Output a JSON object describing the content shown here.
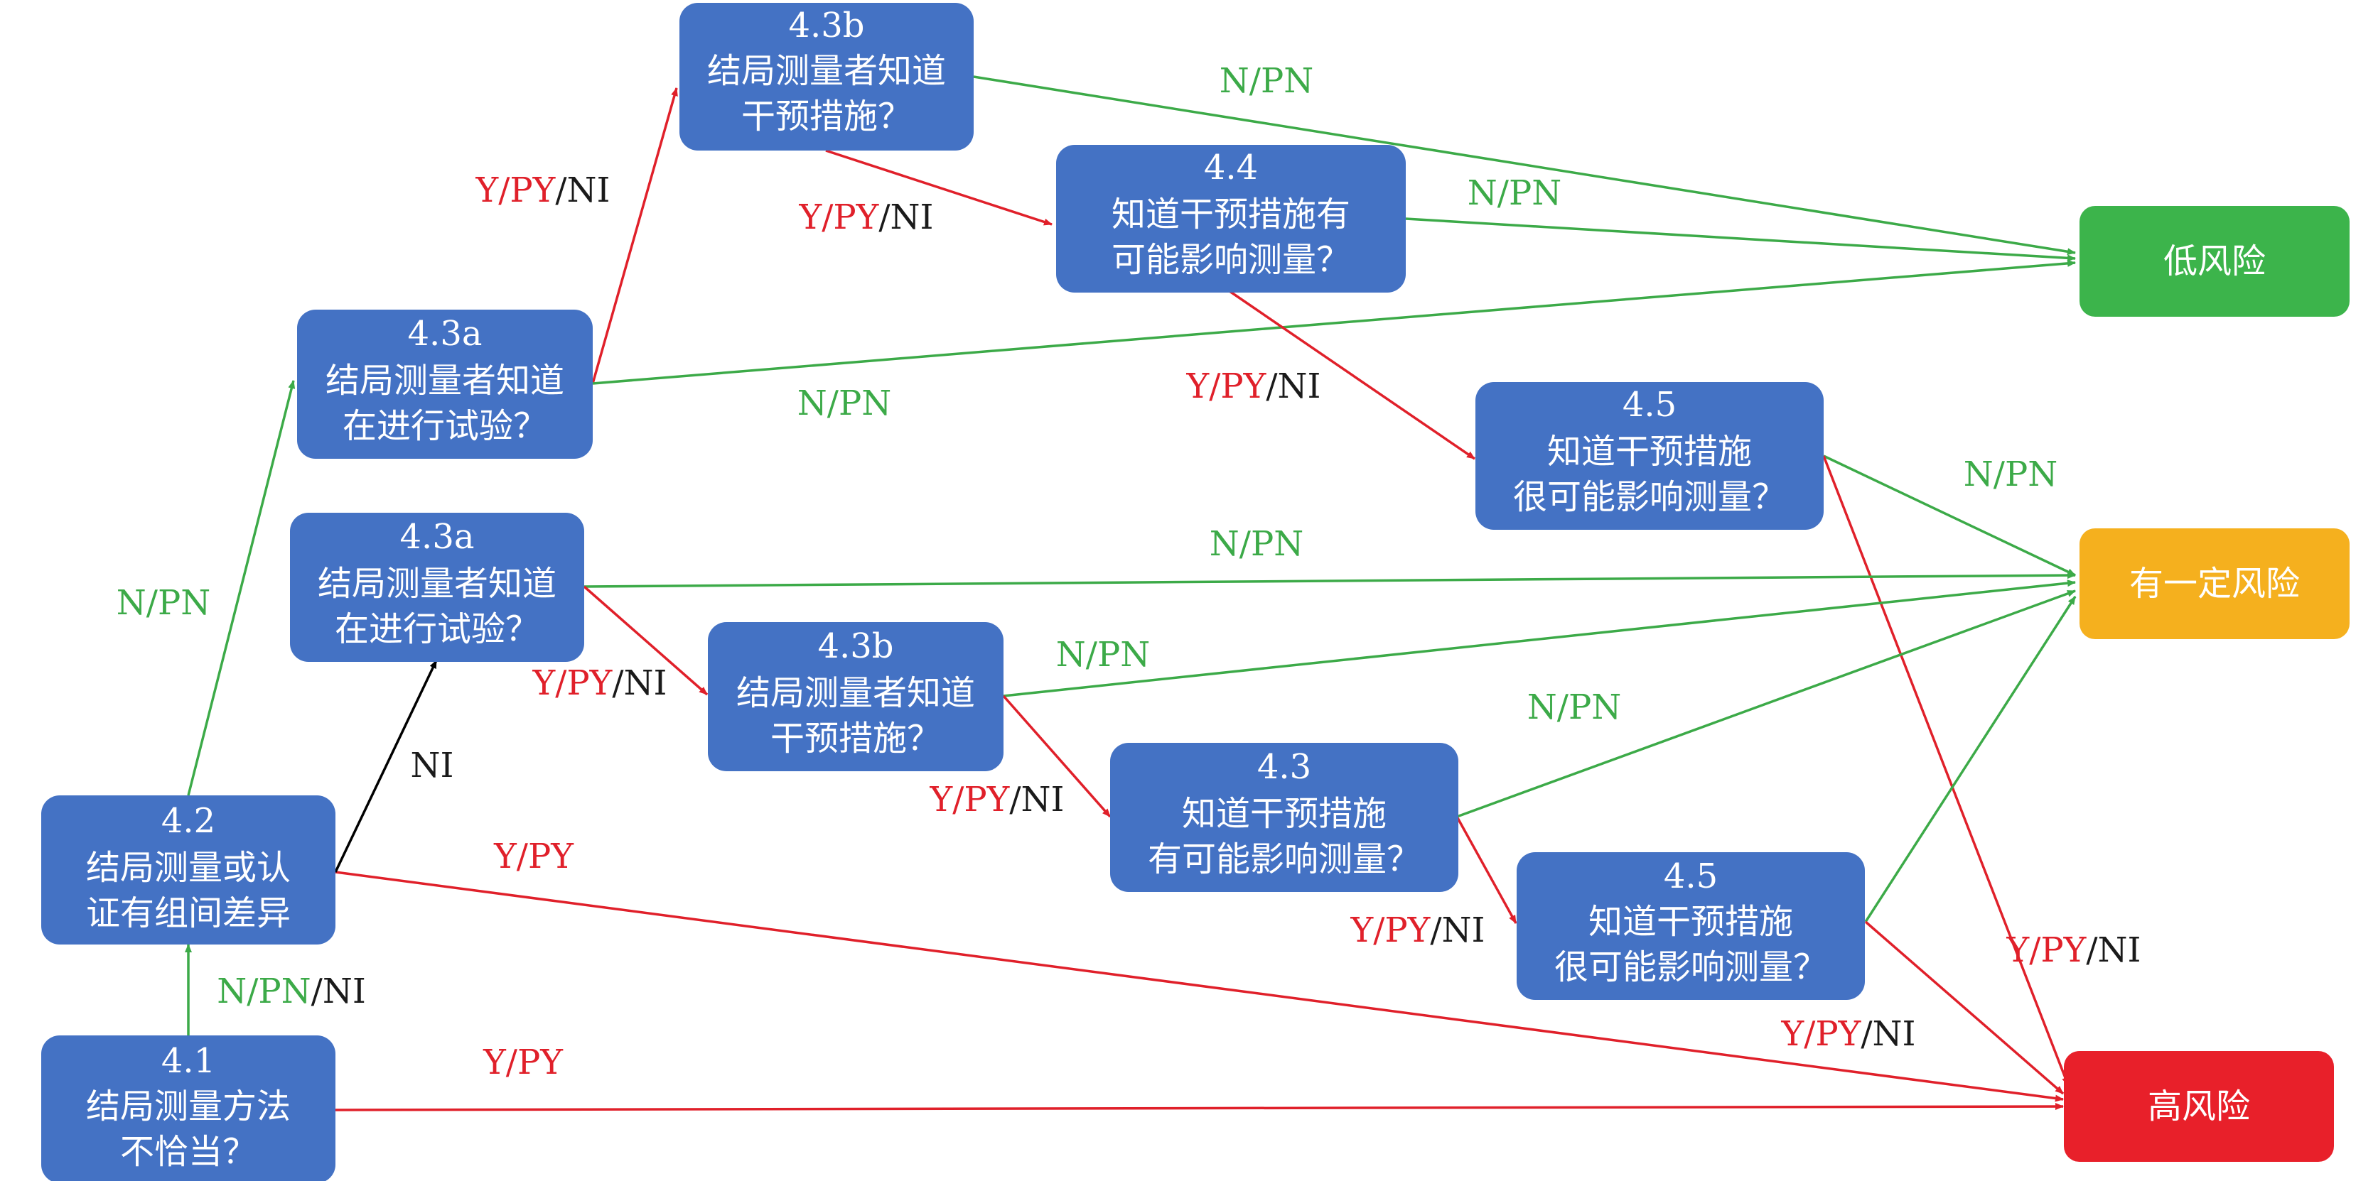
{
  "colors": {
    "question_box": "#4472c4",
    "low": "#3cb44b",
    "some": "#f5b01e",
    "high": "#e8202a",
    "green_arrow": "#3caa48",
    "red_arrow": "#e0202a",
    "black_arrow": "#000000"
  },
  "answers": {
    "n_pn": "N/PN",
    "y_py": "Y/PY",
    "ni": "NI",
    "slash": "/"
  },
  "outcomes": {
    "low": "低风险",
    "some": "有一定风险",
    "high": "高风险"
  },
  "nodes": {
    "q41": {
      "id": "4.1",
      "line1": "结局测量方法",
      "line2": "不恰当？"
    },
    "q42": {
      "id": "4.2",
      "line1": "结局测量或认",
      "line2": "证有组间差异"
    },
    "q43a_top": {
      "id": "4.3a",
      "line1": "结局测量者知道",
      "line2": "在进行试验？"
    },
    "q43a_mid": {
      "id": "4.3a",
      "line1": "结局测量者知道",
      "line2": "在进行试验？"
    },
    "q43b_top": {
      "id": "4.3b",
      "line1": "结局测量者知道",
      "line2": "干预措施？"
    },
    "q43b_mid": {
      "id": "4.3b",
      "line1": "结局测量者知道",
      "line2": "干预措施？"
    },
    "q44": {
      "id": "4.4",
      "line1": "知道干预措施有",
      "line2": "可能影响测量？"
    },
    "q43": {
      "id": "4.3",
      "line1": "知道干预措施",
      "line2": "有可能影响测量？"
    },
    "q45_top": {
      "id": "4.5",
      "line1": "知道干预措施",
      "line2": "很可能影响测量？"
    },
    "q45_bot": {
      "id": "4.5",
      "line1": "知道干预措施",
      "line2": "很可能影响测量？"
    }
  }
}
